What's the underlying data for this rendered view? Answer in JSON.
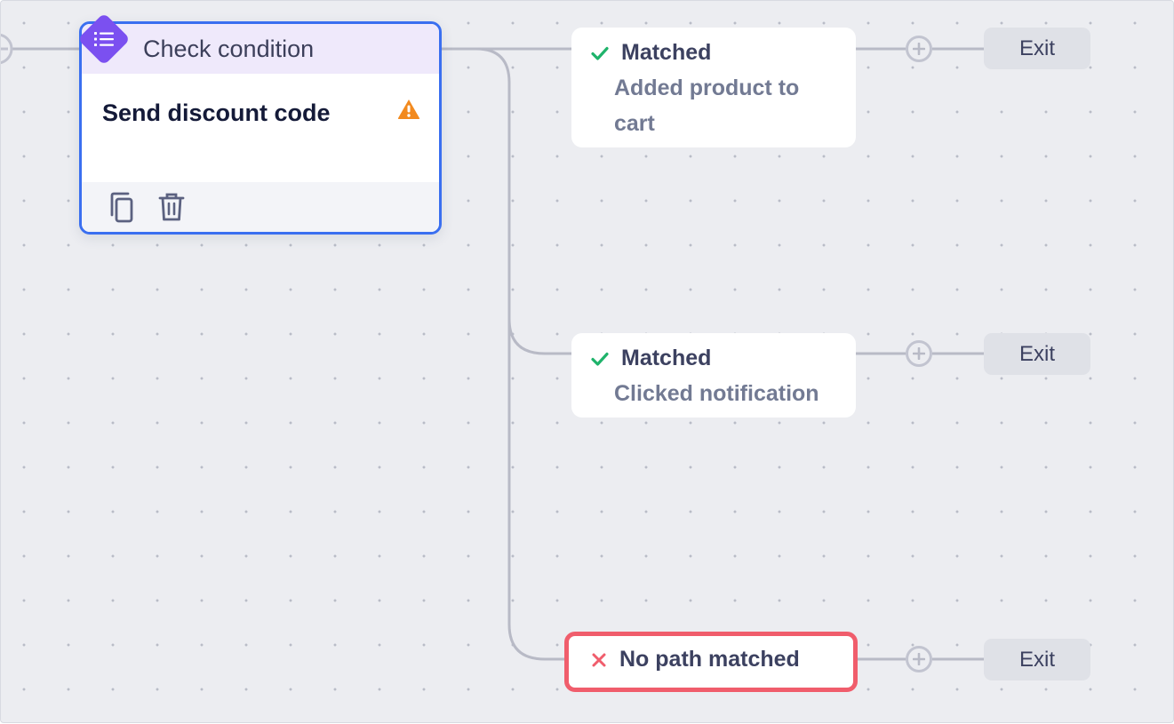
{
  "node": {
    "type_label": "Check condition",
    "step_name": "Send discount code",
    "icon": "list-icon",
    "warning_icon": "warning-icon",
    "actions": [
      "copy-icon",
      "trash-icon"
    ]
  },
  "branches": [
    {
      "status": "Matched",
      "status_icon": "check-icon",
      "description": "Added product to cart"
    },
    {
      "status": "Matched",
      "status_icon": "check-icon",
      "description": "Clicked notification"
    },
    {
      "status": "No path matched",
      "status_icon": "x-icon",
      "description": ""
    }
  ],
  "exit_label": "Exit",
  "colors": {
    "canvas": "#ecedf1",
    "node_border": "#3a6ff0",
    "node_header": "#efe9fb",
    "diamond": "#7b50f0",
    "warning": "#f28a1f",
    "success": "#1fb36b",
    "error": "#f05d6c",
    "connector": "#b8bac6"
  }
}
